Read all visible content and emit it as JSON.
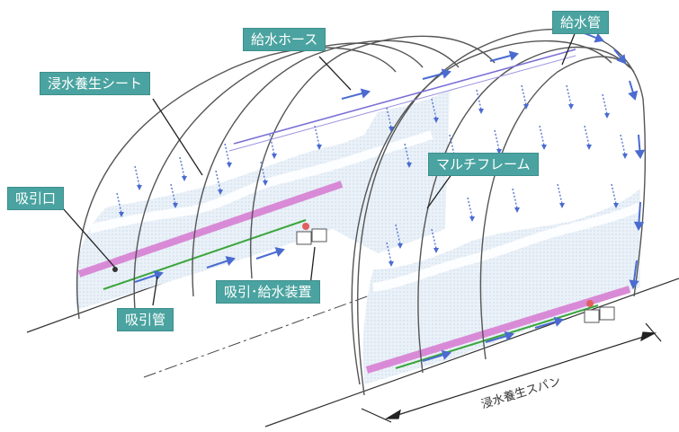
{
  "labels": {
    "supply_pipe": "給水管",
    "supply_hose": "給水ホース",
    "sheet": "浸水養生シート",
    "multi_frame": "マルチフレーム",
    "suction_port": "吸引口",
    "device": "吸引･給水装置",
    "suction_pipe": "吸引管",
    "span": "浸水養生スパン"
  },
  "colors": {
    "label_bg": "#4aa3a0",
    "frame": "#555555",
    "flow_arrow": "#4a6bd0",
    "magenta_band": "#d98ad6",
    "green_pipe": "#3aa63a",
    "water_fill": "#dde8f2",
    "supply_line": "#7a6fd6"
  },
  "icons": [
    "flow-arrow-icon",
    "pump-device-icon",
    "suction-port-icon"
  ]
}
